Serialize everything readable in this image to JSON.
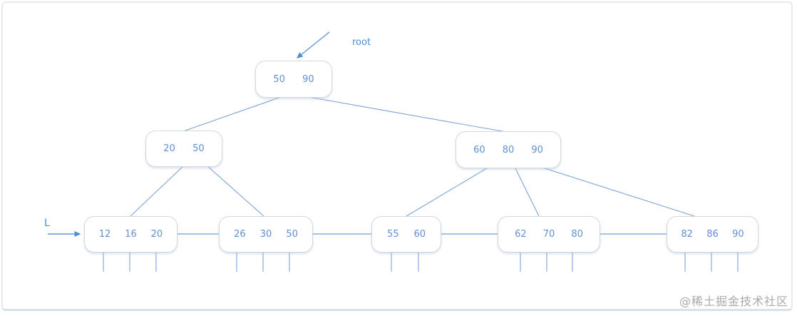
{
  "diagram": {
    "type": "b-plus-tree",
    "labels": {
      "root_pointer": "root",
      "leaf_pointer": "L"
    },
    "tree": {
      "root": {
        "keys": [
          "50",
          "90"
        ]
      },
      "internal": [
        {
          "keys": [
            "20",
            "50"
          ]
        },
        {
          "keys": [
            "60",
            "80",
            "90"
          ]
        }
      ],
      "leaves": [
        {
          "keys": [
            "12",
            "16",
            "20"
          ]
        },
        {
          "keys": [
            "26",
            "30",
            "50"
          ]
        },
        {
          "keys": [
            "55",
            "60"
          ]
        },
        {
          "keys": [
            "62",
            "70",
            "80"
          ]
        },
        {
          "keys": [
            "82",
            "86",
            "90"
          ]
        }
      ]
    },
    "colors": {
      "edge": "#7ba3d9",
      "arrow": "#5e97d8",
      "node_border": "#d7d7d7",
      "key_text": "#6090d5",
      "label_text": "#4a8fd4",
      "frame_border": "#e9e9e9",
      "frame_bottom": "#d9e1ed",
      "watermark_text": "#a9a9a9"
    },
    "watermark": "@稀土掘金技术社区"
  }
}
